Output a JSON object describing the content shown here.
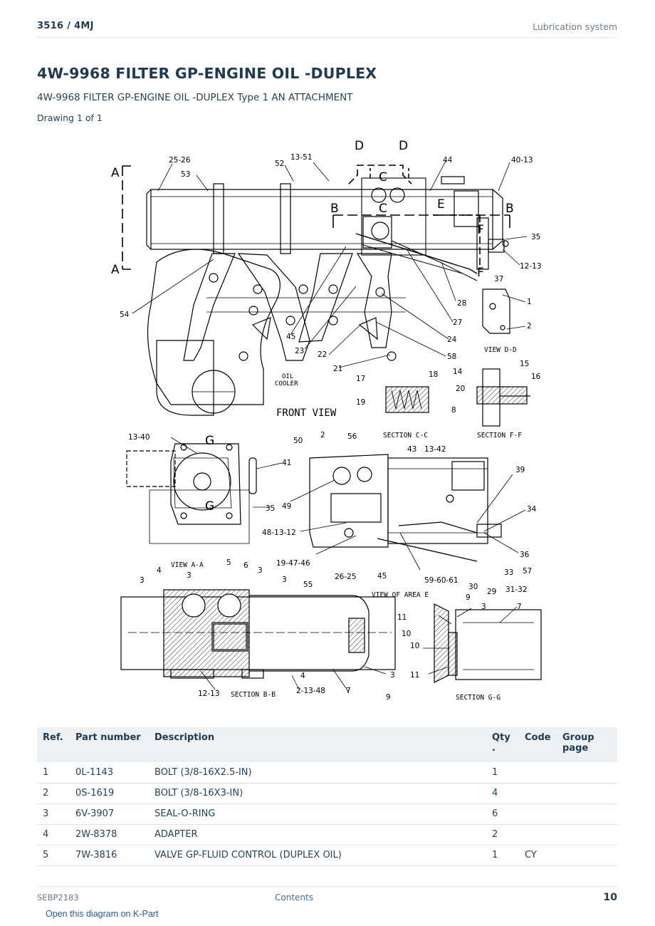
{
  "header": {
    "model": "3516  /  4MJ",
    "section": "Lubrication system"
  },
  "title": "4W-9968 FILTER GP-ENGINE OIL -DUPLEX",
  "subtitle": "4W-9968 FILTER GP-ENGINE OIL -DUPLEX Type 1 AN ATTACHMENT",
  "drawing_count": "Drawing 1 of 1",
  "diagram": {
    "section_markers": [
      "A",
      "A",
      "B",
      "B",
      "C",
      "C",
      "D",
      "D",
      "E",
      "F",
      "F",
      "G",
      "G"
    ],
    "view_labels": [
      "FRONT VIEW",
      "VIEW D-D",
      "SECTION C-C",
      "SECTION F-F",
      "VIEW A-A",
      "VIEW OF AREA E",
      "SECTION B-B",
      "SECTION G-G"
    ],
    "oil_cooler_line1": "OIL",
    "oil_cooler_line2": "COOLER",
    "callouts": [
      "25-26",
      "53",
      "52",
      "13-51",
      "44",
      "40-13",
      "35",
      "12-13",
      "37",
      "54",
      "28",
      "1",
      "2",
      "27",
      "24",
      "45",
      "23",
      "22",
      "58",
      "21",
      "17",
      "18",
      "14",
      "15",
      "16",
      "20",
      "19",
      "8",
      "13-40",
      "50",
      "2",
      "56",
      "43",
      "13-42",
      "41",
      "39",
      "35",
      "49",
      "34",
      "48-13-12",
      "36",
      "19-47-46",
      "33",
      "57",
      "26-25",
      "45",
      "59-60-61",
      "30",
      "29",
      "31-32",
      "4",
      "5",
      "6",
      "3",
      "3",
      "3",
      "3",
      "55",
      "9",
      "3",
      "7",
      "11",
      "10",
      "10",
      "11",
      "4",
      "3",
      "12-13",
      "2-13-48",
      "7",
      "9"
    ]
  },
  "table": {
    "headers": {
      "ref": "Ref.",
      "part_number": "Part number",
      "description": "Description",
      "qty": "Qty .",
      "code": "Code",
      "group_page": "Group page"
    },
    "rows": [
      {
        "ref": "1",
        "part_number": "0L-1143",
        "description": "BOLT (3/8-16X2.5-IN)",
        "qty": "1",
        "code": "",
        "group_page": ""
      },
      {
        "ref": "2",
        "part_number": "0S-1619",
        "description": "BOLT (3/8-16X3-IN)",
        "qty": "4",
        "code": "",
        "group_page": ""
      },
      {
        "ref": "3",
        "part_number": "6V-3907",
        "description": "SEAL-O-RING",
        "qty": "6",
        "code": "",
        "group_page": ""
      },
      {
        "ref": "4",
        "part_number": "2W-8378",
        "description": "ADAPTER",
        "qty": "2",
        "code": "",
        "group_page": ""
      },
      {
        "ref": "5",
        "part_number": "7W-3816",
        "description": "VALVE GP-FLUID CONTROL (DUPLEX OIL)",
        "qty": "1",
        "code": "CY",
        "group_page": ""
      }
    ]
  },
  "footer": {
    "doc_code": "SEBP2183",
    "contents": "Contents",
    "page": "10",
    "kpart_link": "Open this diagram on K-Part"
  }
}
